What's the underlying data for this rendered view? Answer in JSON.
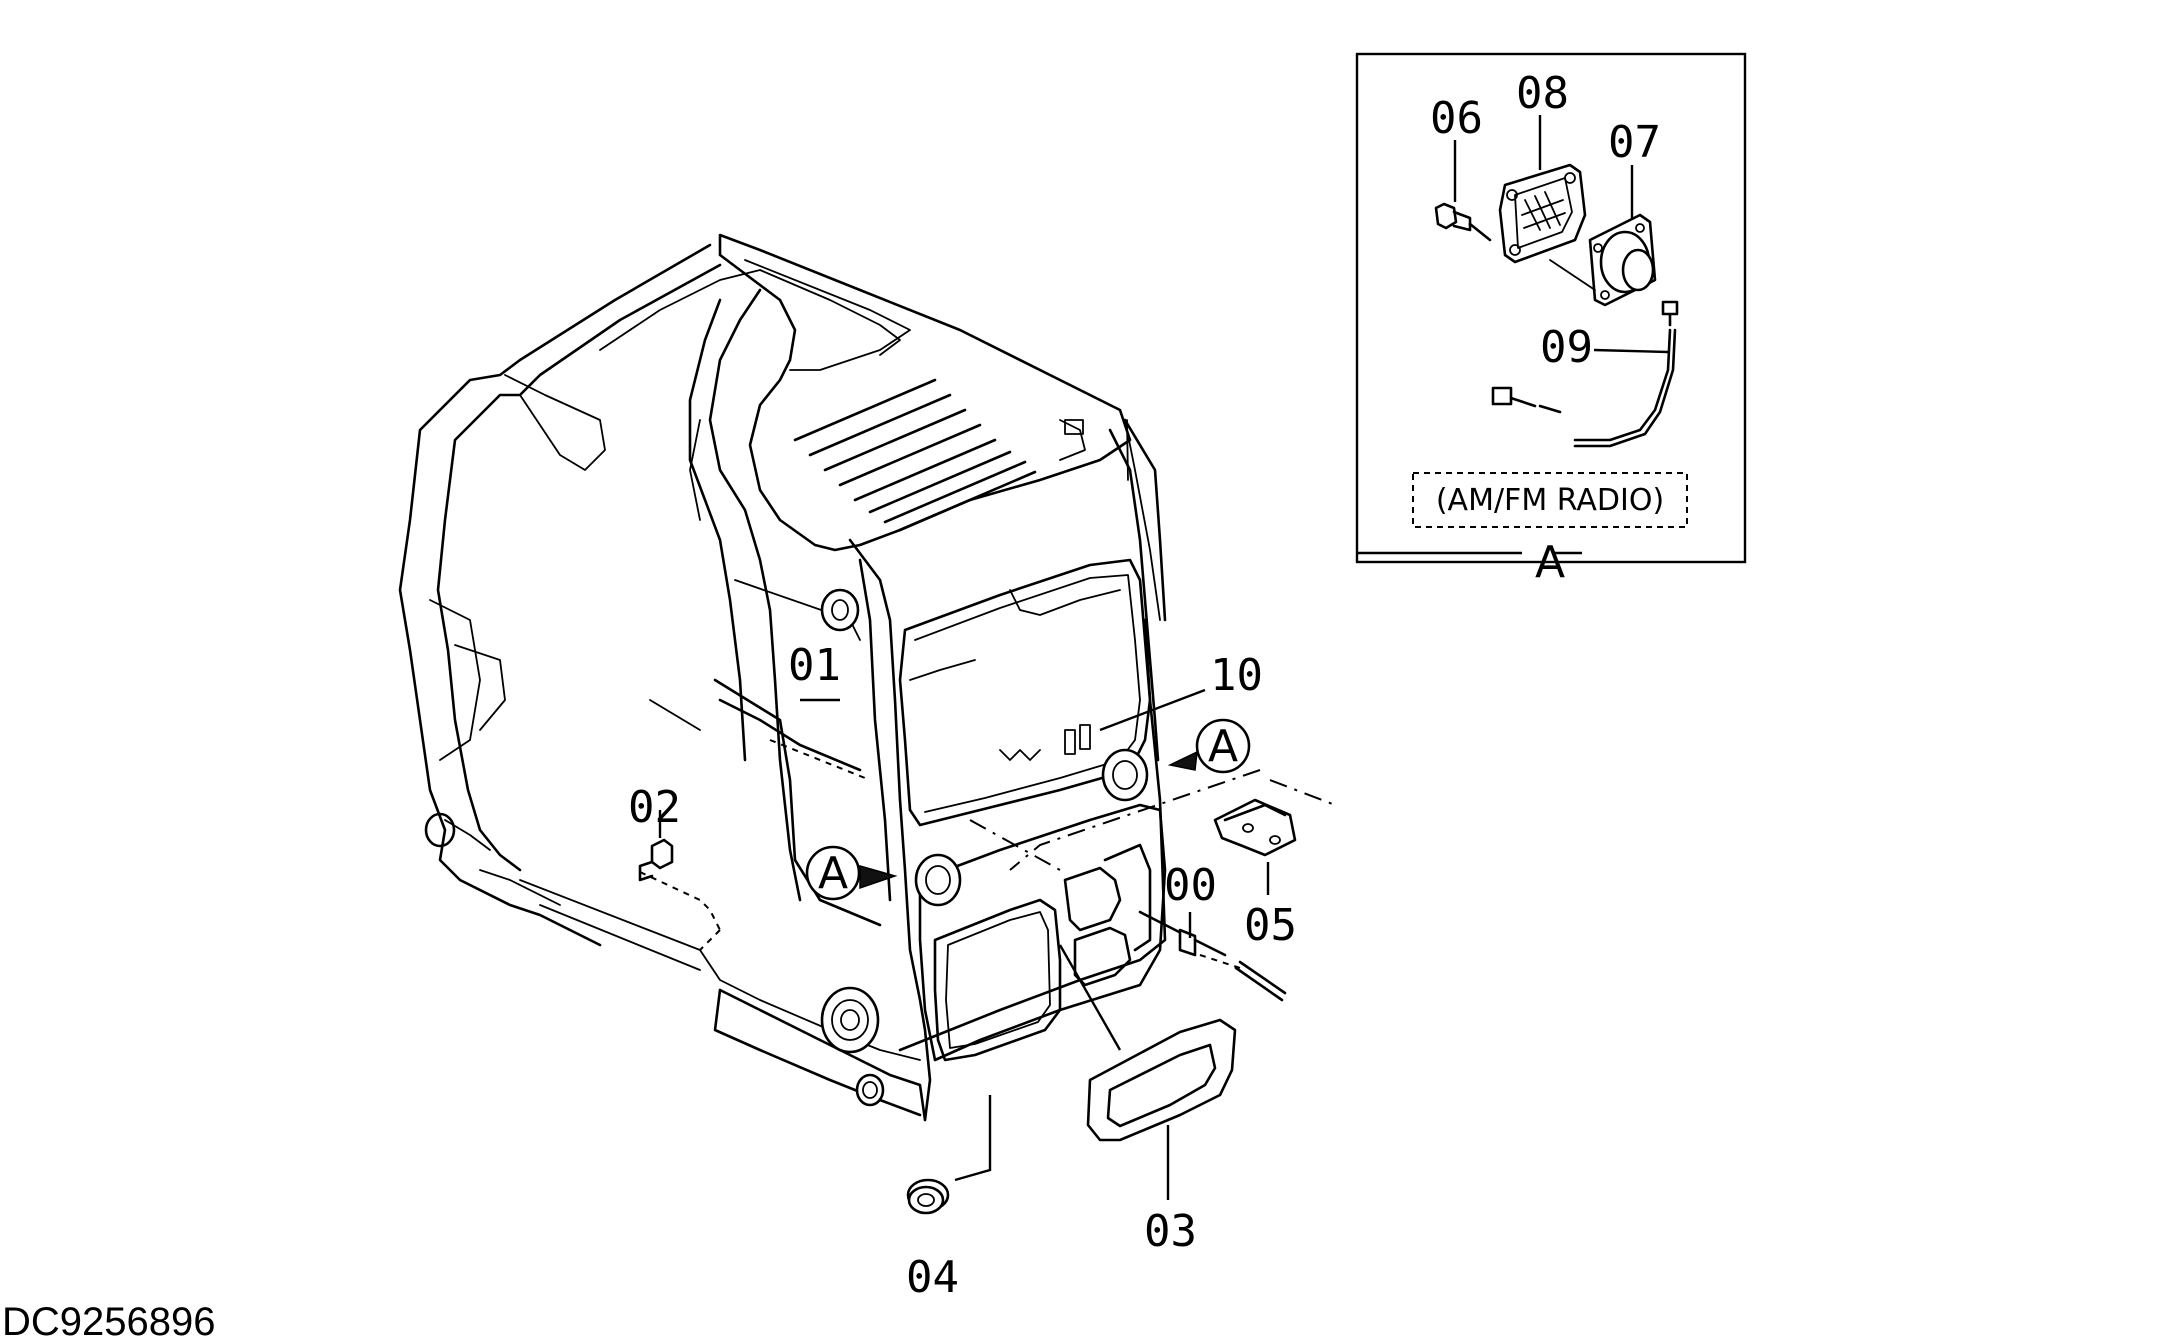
{
  "drawing": {
    "doc_id": "DC9256896",
    "detail_view_label": "A",
    "detail_view_note": "(AM/FM RADIO)",
    "view_reference_marks": [
      "A",
      "A"
    ],
    "part_callouts": {
      "p00": "00",
      "p01": "01",
      "p02": "02",
      "p03": "03",
      "p04": "04",
      "p05": "05",
      "p06": "06",
      "p07": "07",
      "p08": "08",
      "p09": "09",
      "p10": "10"
    }
  }
}
